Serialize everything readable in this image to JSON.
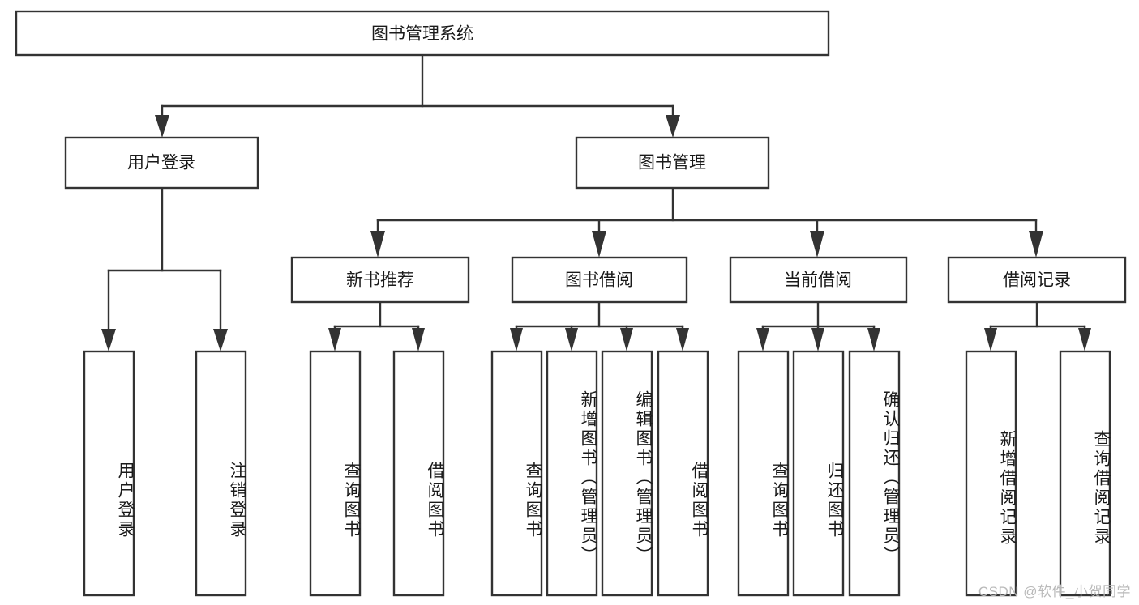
{
  "diagram": {
    "title": "图书管理系统",
    "type": "tree-hierarchy",
    "root": {
      "id": "root",
      "label": "图书管理系统",
      "orientation": "horizontal"
    },
    "level2": [
      {
        "id": "user-login",
        "label": "用户登录",
        "orientation": "horizontal"
      },
      {
        "id": "book-manage",
        "label": "图书管理",
        "orientation": "horizontal"
      }
    ],
    "level3": [
      {
        "id": "new-book-rec",
        "label": "新书推荐",
        "orientation": "horizontal",
        "parent": "book-manage"
      },
      {
        "id": "book-borrow",
        "label": "图书借阅",
        "orientation": "horizontal",
        "parent": "book-manage"
      },
      {
        "id": "current-borrow",
        "label": "当前借阅",
        "orientation": "horizontal",
        "parent": "book-manage"
      },
      {
        "id": "borrow-record",
        "label": "借阅记录",
        "orientation": "horizontal",
        "parent": "book-manage"
      }
    ],
    "leaves": [
      {
        "id": "leaf-user-login",
        "label": "用户登录",
        "parent": "user-login",
        "orientation": "vertical"
      },
      {
        "id": "leaf-user-logout",
        "label": "注销登录",
        "parent": "user-login",
        "orientation": "vertical"
      },
      {
        "id": "leaf-rec-query",
        "label": "查询图书",
        "parent": "new-book-rec",
        "orientation": "vertical"
      },
      {
        "id": "leaf-rec-borrow",
        "label": "借阅图书",
        "parent": "new-book-rec",
        "orientation": "vertical"
      },
      {
        "id": "leaf-borrow-query",
        "label": "查询图书",
        "parent": "book-borrow",
        "orientation": "vertical"
      },
      {
        "id": "leaf-borrow-add",
        "label": "新增图书（管理员）",
        "parent": "book-borrow",
        "orientation": "vertical"
      },
      {
        "id": "leaf-borrow-edit",
        "label": "编辑图书（管理员）",
        "parent": "book-borrow",
        "orientation": "vertical"
      },
      {
        "id": "leaf-borrow-lend",
        "label": "借阅图书",
        "parent": "book-borrow",
        "orientation": "vertical"
      },
      {
        "id": "leaf-cur-query",
        "label": "查询图书",
        "parent": "current-borrow",
        "orientation": "vertical"
      },
      {
        "id": "leaf-cur-return",
        "label": "归还图书",
        "parent": "current-borrow",
        "orientation": "vertical"
      },
      {
        "id": "leaf-cur-confirm",
        "label": "确认归还（管理员）",
        "parent": "current-borrow",
        "orientation": "vertical"
      },
      {
        "id": "leaf-rec-add",
        "label": "新增借阅记录",
        "parent": "borrow-record",
        "orientation": "vertical"
      },
      {
        "id": "leaf-rec-search",
        "label": "查询借阅记录",
        "parent": "borrow-record",
        "orientation": "vertical"
      }
    ],
    "colors": {
      "box_stroke": "#333333",
      "box_fill": "#ffffff",
      "text": "#1a1a1a",
      "background": "#ffffff",
      "watermark": "#b9b9b9"
    }
  },
  "watermark": {
    "text": "CSDN @软件_小贺同学"
  }
}
